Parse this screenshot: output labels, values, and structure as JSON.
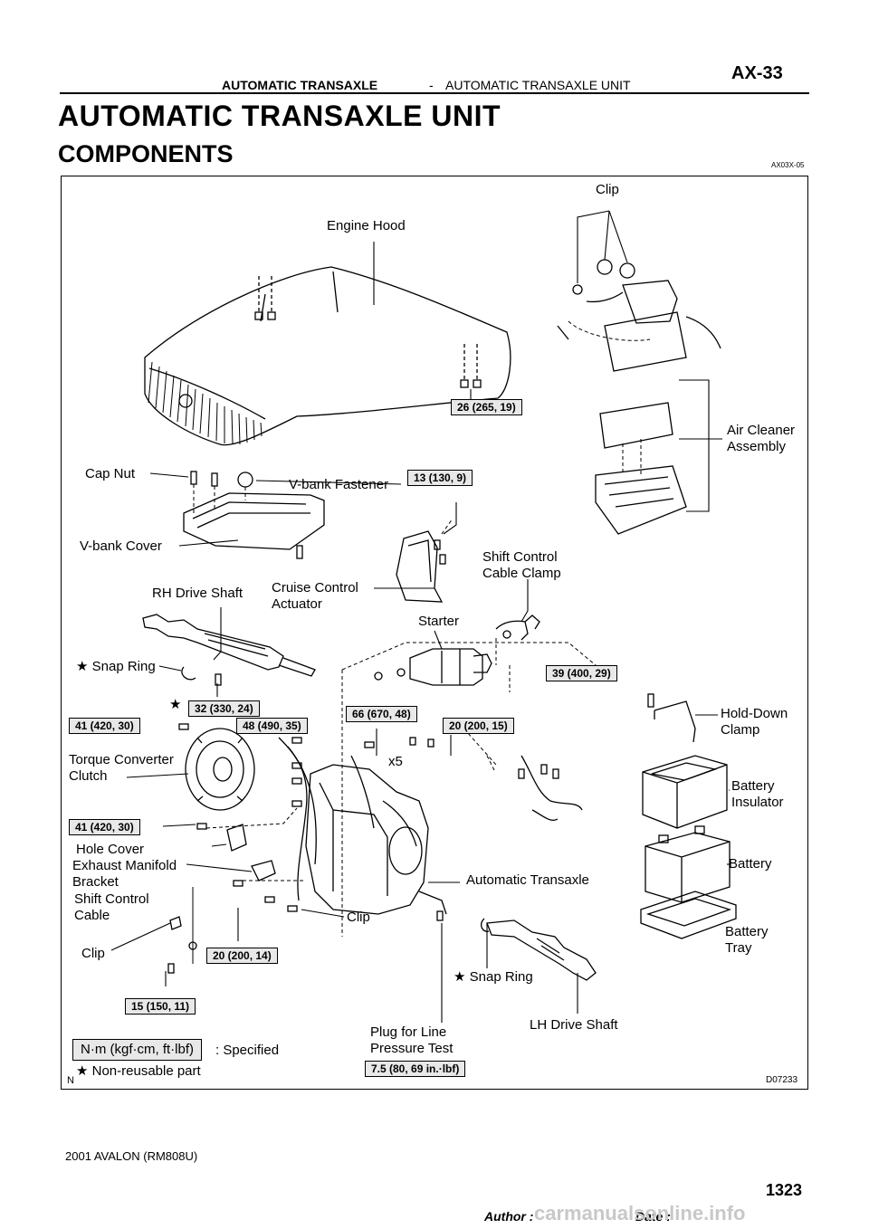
{
  "header": {
    "section": "AUTOMATIC TRANSAXLE",
    "separator": "-",
    "subsection": "AUTOMATIC TRANSAXLE UNIT",
    "page_code": "AX-33"
  },
  "page_title": "AUTOMATIC TRANSAXLE UNIT",
  "page_subtitle": "COMPONENTS",
  "ref_code": "AX03X-05",
  "figure": {
    "labels": {
      "clip_top": "Clip",
      "engine_hood": "Engine Hood",
      "air_cleaner_1": "Air Cleaner",
      "air_cleaner_2": "Assembly",
      "cap_nut": "Cap Nut",
      "vbank_fastener": "V-bank  Fastener",
      "vbank_cover": "V-bank  Cover",
      "shift_clamp_1": "Shift Control",
      "shift_clamp_2": "Cable Clamp",
      "rh_drive_shaft": "RH Drive Shaft",
      "cruise_1": "Cruise Control",
      "cruise_2": "Actuator",
      "starter": "Starter",
      "snap_ring_upper": "Snap Ring",
      "hold_down_1": "Hold-Down",
      "hold_down_2": "Clamp",
      "torque_conv_1": "Torque Converter",
      "torque_conv_2": "Clutch",
      "x5": "x5",
      "battery_ins_1": "Battery",
      "battery_ins_2": "Insulator",
      "hole_cover": "Hole Cover",
      "exhaust_1": "Exhaust Manifold",
      "exhaust_2": "Bracket",
      "battery": "Battery",
      "auto_transaxle": "Automatic Transaxle",
      "shift_cable_1": "Shift Control",
      "shift_cable_2": "Cable",
      "clip_mid": "Clip",
      "battery_tray_1": "Battery",
      "battery_tray_2": "Tray",
      "clip_left": "Clip",
      "snap_ring_lower": "Snap Ring",
      "lh_drive_shaft": "LH Drive Shaft",
      "plug_1": "Plug for Line",
      "plug_2": "Pressure Test",
      "figure_n": "N",
      "figure_code": "D07233"
    },
    "torques": {
      "t_26": "26 (265, 19)",
      "t_13": "13 (130, 9)",
      "t_39": "39 (400, 29)",
      "t_32": "32 (330, 24)",
      "t_41a": "41 (420, 30)",
      "t_48": "48 (490, 35)",
      "t_66": "66 (670, 48)",
      "t_20a": "20 (200, 15)",
      "t_41b": "41 (420, 30)",
      "t_20b": "20 (200, 14)",
      "t_15": "15 (150, 11)",
      "t_75": "7.5 (80, 69 in.·lbf)"
    },
    "legend": {
      "unit_box": "N·m (kgf·cm, ft·lbf)",
      "specified": ": Specified",
      "non_reusable": "Non-reusable part"
    }
  },
  "footer": {
    "model": "2001 AVALON   (RM808U)",
    "author_label": "Author :",
    "date_label": "Date :",
    "page_number": "1323",
    "watermark": "carmanualsonline.info"
  }
}
